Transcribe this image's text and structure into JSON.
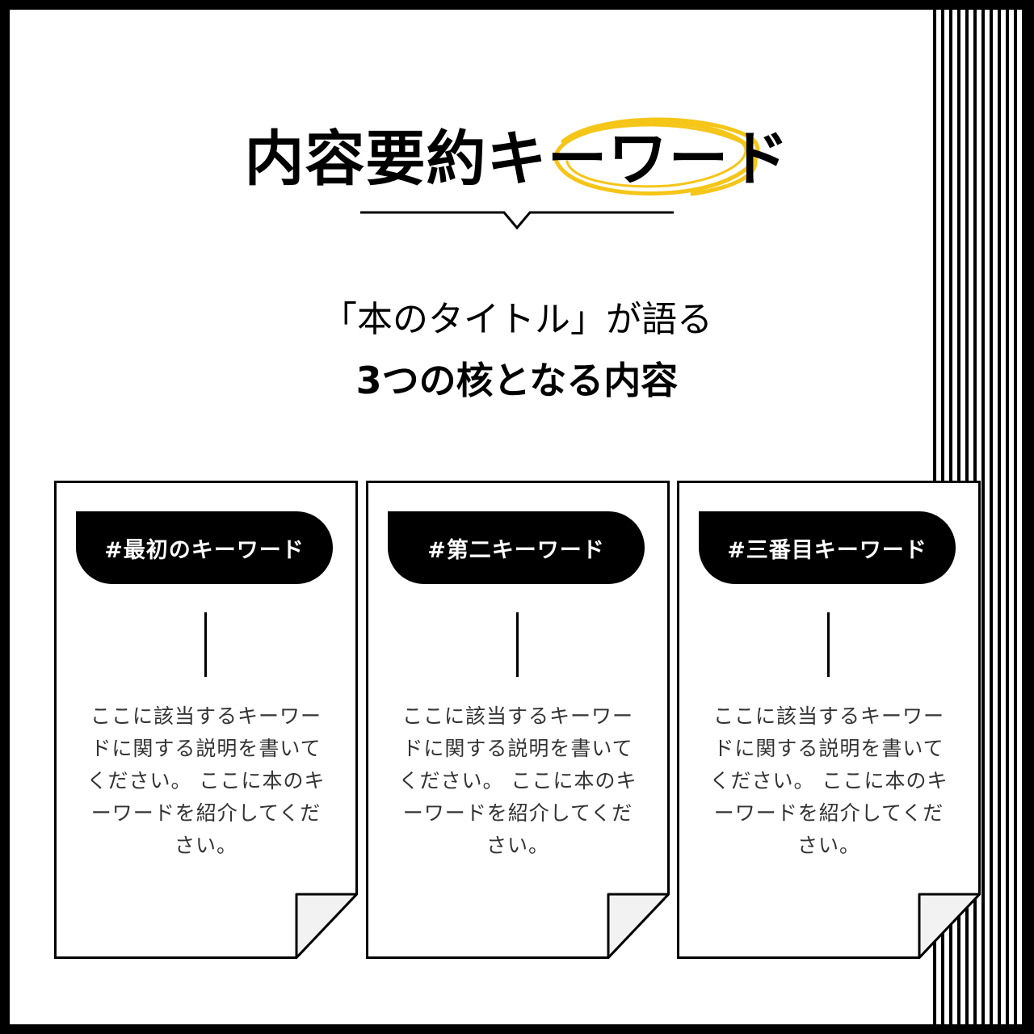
{
  "title": "内容要約キーワード",
  "subtitle_line1": "「本のタイトル」が語る",
  "subtitle_line2": "3つの核となる内容",
  "colors": {
    "highlight": "#f5c518",
    "ink": "#000000",
    "paper": "#ffffff",
    "fold": "#f2f2f2"
  },
  "cards": [
    {
      "tag": "#最初のキーワード",
      "description": "ここに該当するキーワードに関する説明を書いてください。 ここに本のキーワードを紹介してください。"
    },
    {
      "tag": "#第二キーワード",
      "description": "ここに該当するキーワードに関する説明を書いてください。 ここに本のキーワードを紹介してください。"
    },
    {
      "tag": "#三番目キーワード",
      "description": "ここに該当するキーワードに関する説明を書いてください。 ここに本のキーワードを紹介してください。"
    }
  ]
}
